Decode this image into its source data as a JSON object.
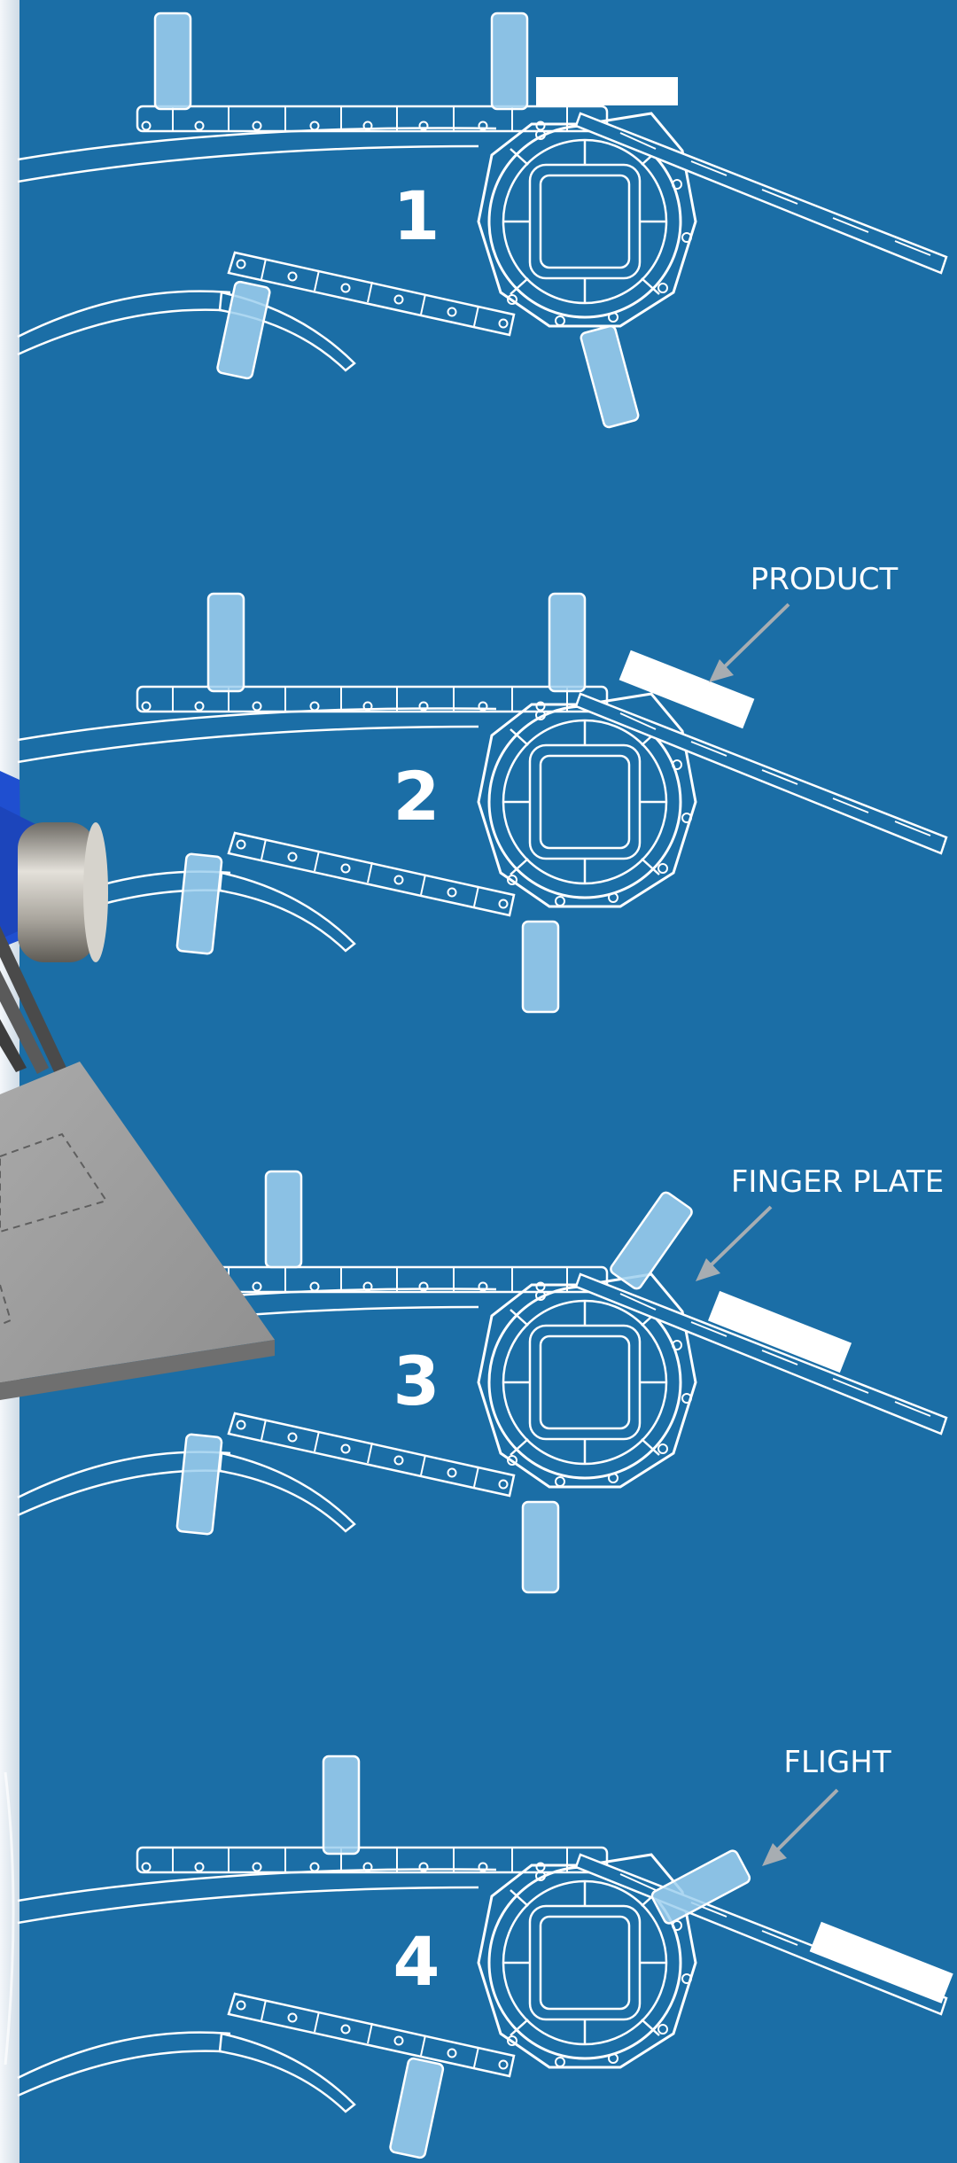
{
  "colors": {
    "background": "#1b6ea6",
    "line": "#ffffff",
    "flight_fill": "#9fd0ef",
    "callout_arrow": "#a7adb2",
    "machine_blue": "#1f4fd0",
    "steel": "#9a9a9a",
    "left_strip": "#e9eef3"
  },
  "steps": [
    {
      "number": "1",
      "callout": ""
    },
    {
      "number": "2",
      "callout": "PRODUCT"
    },
    {
      "number": "3",
      "callout": "FINGER PLATE"
    },
    {
      "number": "4",
      "callout": "FLIGHT"
    }
  ]
}
